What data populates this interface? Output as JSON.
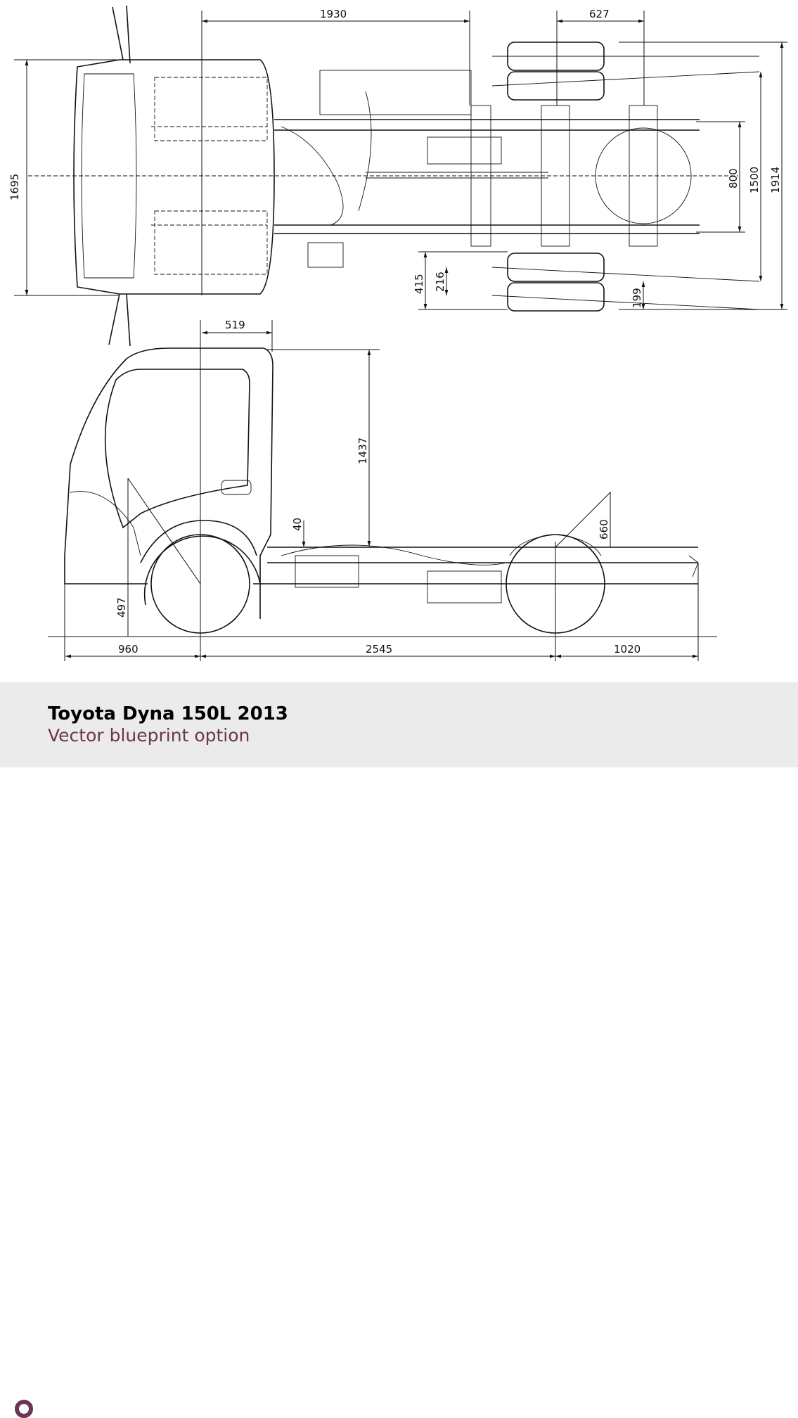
{
  "caption": {
    "title": "Toyota Dyna 150L 2013",
    "subtitle": "Vector blueprint option",
    "accent_color": "#6b3553"
  },
  "top_view": {
    "dimensions": {
      "cab_to_axle": "1930",
      "rear_overhang_frame": "627",
      "cab_width": "1695",
      "frame_width": "800",
      "rear_track": "1500",
      "overall_width": "1914",
      "tire_offset": "415",
      "tire_width": "216",
      "tire_gap": "199"
    }
  },
  "side_view": {
    "dimensions": {
      "cab_rear": "519",
      "cab_height": "1437",
      "frame_gap": "40",
      "frame_height": "660",
      "front_frame_height": "497",
      "front_overhang": "960",
      "wheelbase": "2545",
      "rear_overhang": "1020"
    }
  }
}
